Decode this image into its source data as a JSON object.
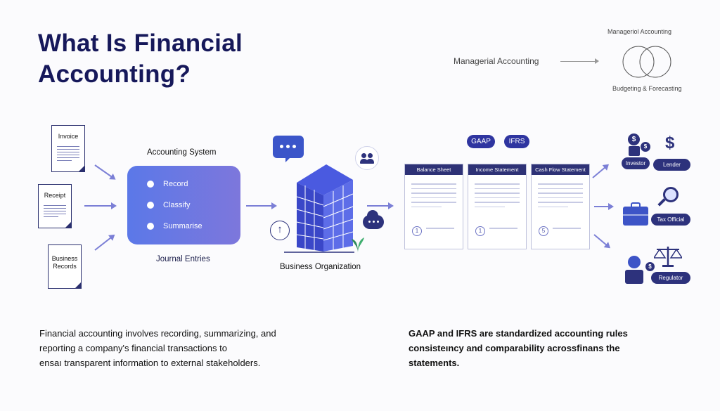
{
  "title": "What Is Financial Accounting?",
  "managerial": {
    "inline_label": "Managerial Accounting",
    "top_label": "Manageriol Accounting",
    "bottom_label": "Budgeting & Forecasting"
  },
  "documents": [
    "Invoice",
    "Receipt",
    "Business Records"
  ],
  "system": {
    "title": "Accounting System",
    "items": [
      "Record",
      "Classify",
      "Summarise"
    ],
    "caption": "Journal Entries"
  },
  "organization": {
    "label": "Business Organization"
  },
  "standards": [
    "GAAP",
    "IFRS"
  ],
  "statements": [
    {
      "name": "Balance Sheet",
      "badge": "1"
    },
    {
      "name": "Income Statement",
      "badge": "1"
    },
    {
      "name": "Cash Flow Statement",
      "badge": "5"
    }
  ],
  "stakeholders": [
    "Investor",
    "Lender",
    "Tax Official",
    "Regulator"
  ],
  "paragraphs": {
    "left": [
      "Financial accounting involves recording, summarizing, and",
      "reporting a company's financial transactions to",
      "ensaı transparent information to external stakeholders."
    ],
    "right": [
      "GAAP and IFRS are standardized accounting rules",
      "consisteıncy and comparability acrossfinans the",
      "statements."
    ]
  },
  "colors": {
    "navy": "#16185a",
    "accent": "#5b78e8",
    "arrow": "#7b7fd6"
  },
  "icons": [
    "chat-icon",
    "users-icon",
    "cloud-icon",
    "up-arrow-icon",
    "plant-icon",
    "dollar-icon",
    "briefcase-icon",
    "magnifier-icon",
    "scale-icon",
    "clock-icon"
  ]
}
